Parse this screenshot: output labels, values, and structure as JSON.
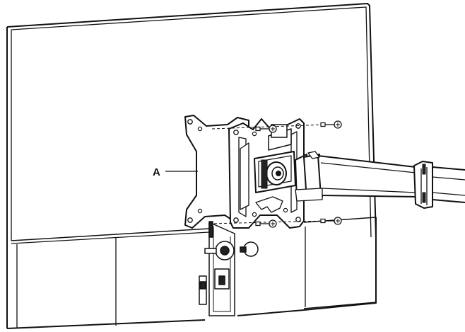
{
  "diagram": {
    "labels": {
      "adapter_plate": "A"
    },
    "colors": {
      "stroke": "#111111",
      "background": "#ffffff"
    },
    "parts": [
      "monitor-back",
      "adapter-plate-a",
      "vesa-bracket",
      "swivel-hub",
      "arm-segment",
      "arm-clamp",
      "screws",
      "monitor-stand",
      "thumb-knobs"
    ]
  }
}
